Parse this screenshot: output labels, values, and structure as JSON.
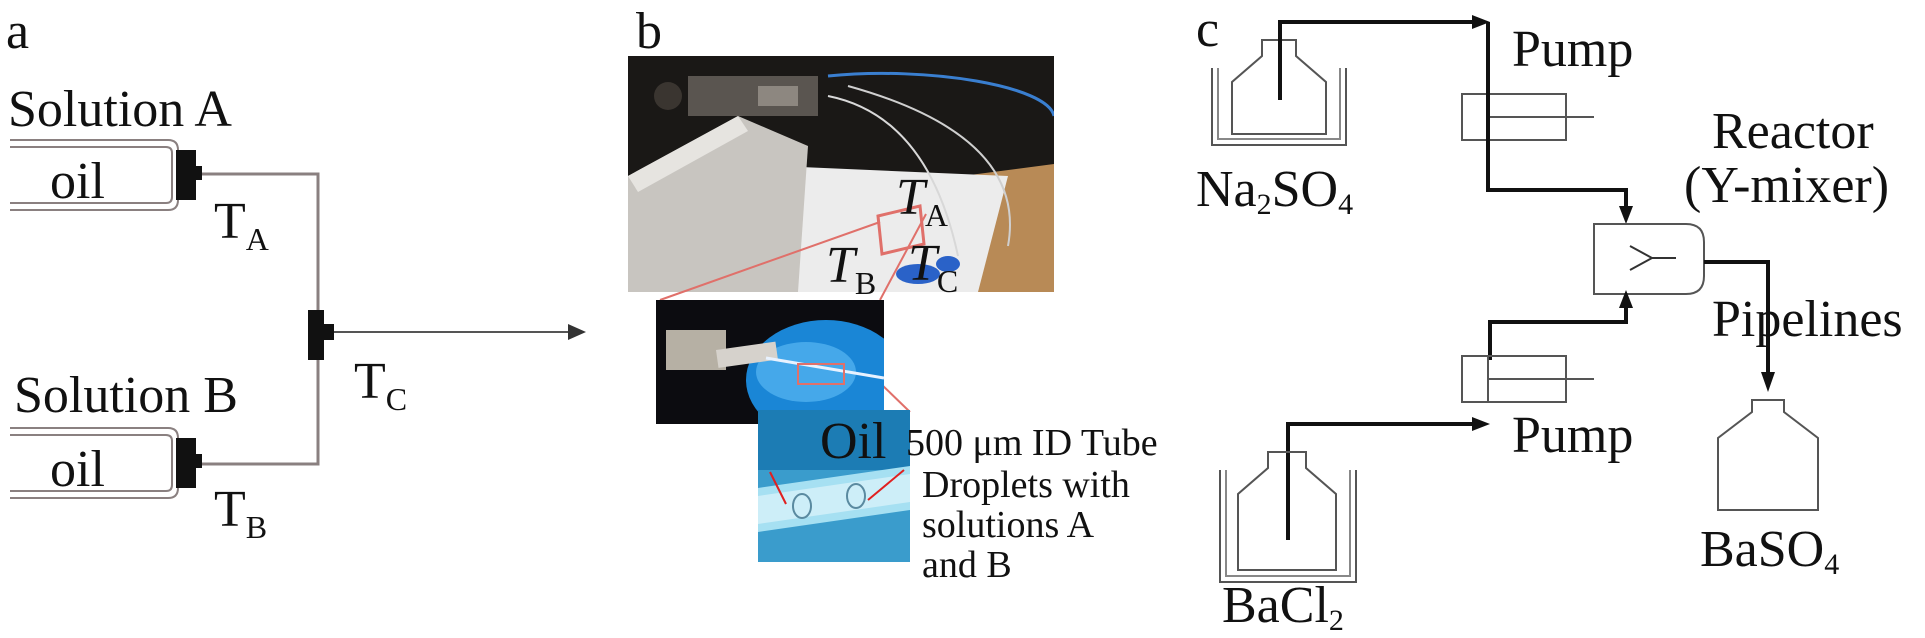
{
  "panels": {
    "a": {
      "label": "a",
      "solution_a": "Solution A",
      "solution_b": "Solution B",
      "oil_top": "oil",
      "oil_bottom": "oil",
      "tee_a": {
        "main": "T",
        "sub": "A"
      },
      "tee_b": {
        "main": "T",
        "sub": "B"
      },
      "tee_c": {
        "main": "T",
        "sub": "C"
      }
    },
    "b": {
      "label": "b",
      "tee_a": {
        "main": "T",
        "sub": "A"
      },
      "tee_b": {
        "main": "T",
        "sub": "B"
      },
      "tee_c": {
        "main": "T",
        "sub": "C"
      },
      "oil": "Oil",
      "tube": "500 μm ID Tube",
      "droplets_1": "Droplets with",
      "droplets_2": "solutions A",
      "droplets_3": "and B"
    },
    "c": {
      "label": "c",
      "pump_top": "Pump",
      "pump_bottom": "Pump",
      "na2so4": {
        "a": "Na",
        "s1": "2",
        "b": "SO",
        "s2": "4"
      },
      "bacl2": {
        "a": "BaCl",
        "s1": "2"
      },
      "reactor_1": "Reactor",
      "reactor_2": "(Y-mixer)",
      "pipelines": "Pipelines",
      "baso4": {
        "a": "BaSO",
        "s1": "4"
      }
    }
  },
  "colors": {
    "line": "#111111",
    "tube_gray": "#8a8080",
    "photo_blue": "#2a8fd0",
    "highlight_red": "#e0706a"
  }
}
